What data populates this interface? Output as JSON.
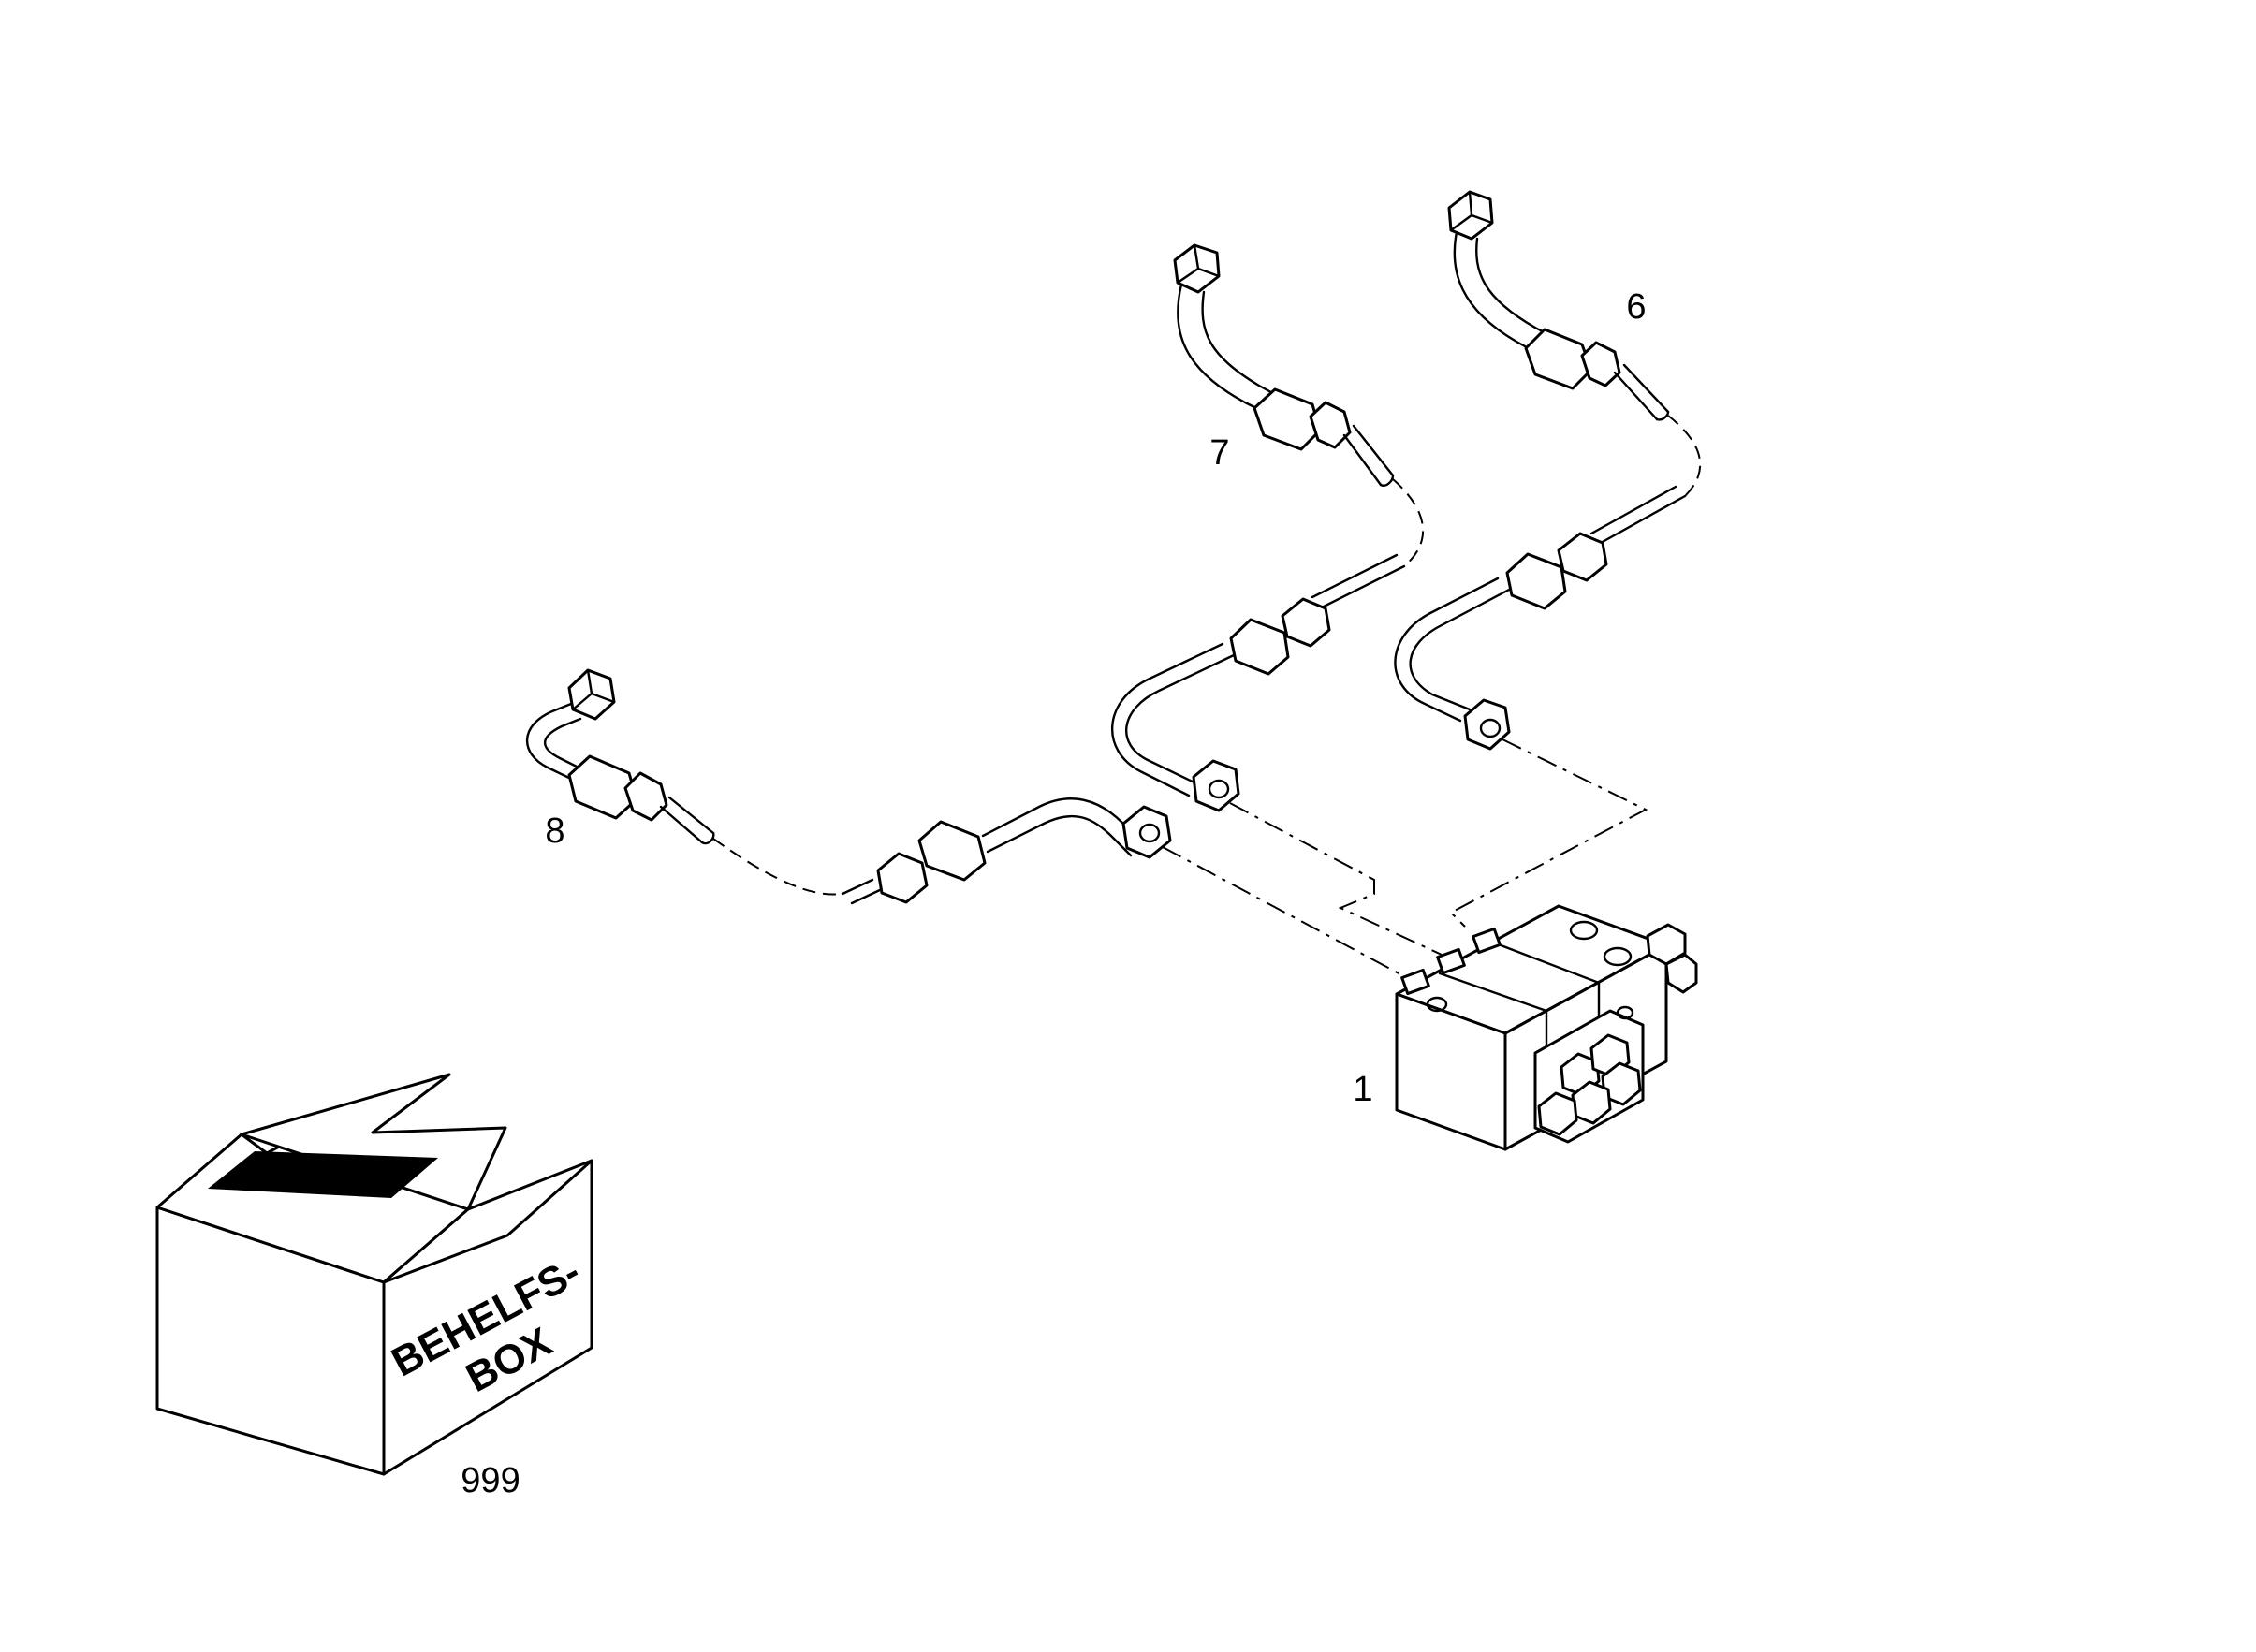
{
  "diagram": {
    "parts": [
      {
        "id": "part-1",
        "label": "1",
        "name": "distributor-block"
      },
      {
        "id": "part-6",
        "label": "6",
        "name": "pipe-6"
      },
      {
        "id": "part-7",
        "label": "7",
        "name": "pipe-7"
      },
      {
        "id": "part-8",
        "label": "8",
        "name": "pipe-8"
      },
      {
        "id": "part-999",
        "label": "999",
        "name": "auxiliary-box"
      }
    ],
    "box_text": {
      "line1": "BEHELFS-",
      "line2": "BOX"
    }
  }
}
